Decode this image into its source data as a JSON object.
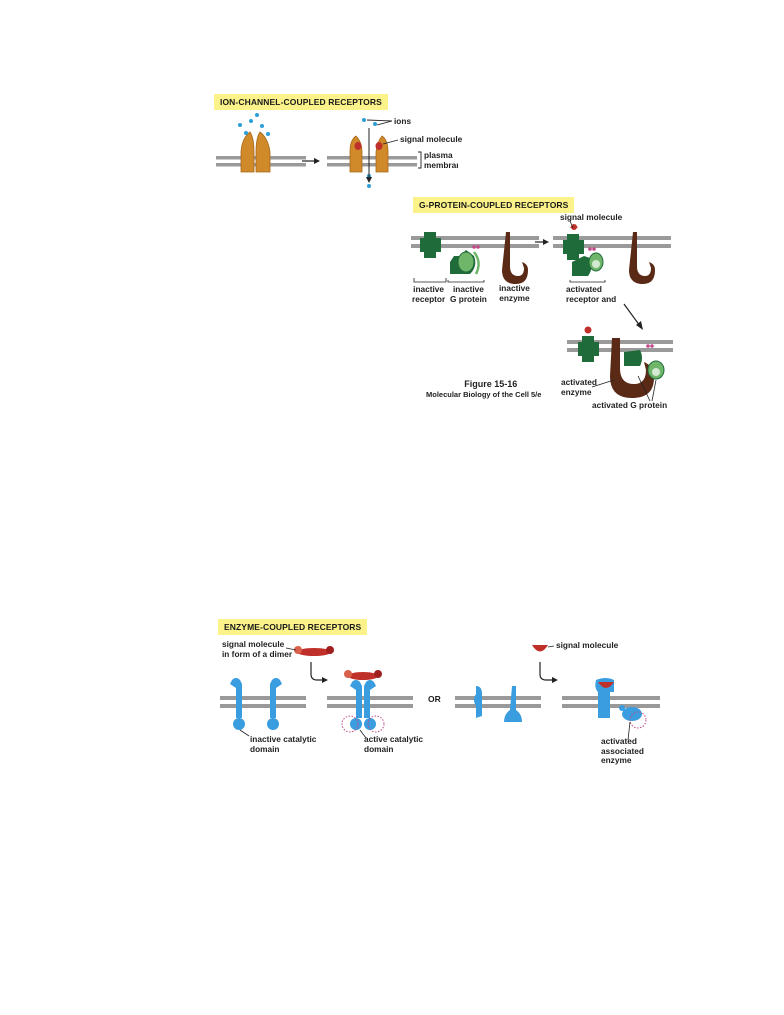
{
  "ion_channel": {
    "title": "ION-CHANNEL-COUPLED  RECEPTORS",
    "label_ions": "ions",
    "label_signal": "signal molecule",
    "label_membrane_1": "plasma",
    "label_membrane_2": "membrane"
  },
  "g_protein": {
    "title": "G-PROTEIN-COUPLED  RECEPTORS",
    "label_signal": "signal molecule",
    "label_inactive_receptor_1": "inactive",
    "label_inactive_receptor_2": "receptor",
    "label_inactive_gprotein_1": "inactive",
    "label_inactive_gprotein_2": "G protein",
    "label_inactive_enzyme_1": "inactive",
    "label_inactive_enzyme_2": "enzyme",
    "label_activated_receptor_1": "activated",
    "label_activated_receptor_2": "receptor and",
    "label_activated_enzyme_1": "activated",
    "label_activated_enzyme_2": "enzyme",
    "label_activated_gprotein": "activated G protein",
    "caption_1": "Figure 15-16",
    "caption_2": "Molecular Biology of the Cell 5/e"
  },
  "enzyme_coupled": {
    "title": "ENZYME-COUPLED  RECEPTORS",
    "label_dimer_1": "signal molecule",
    "label_dimer_2": "in form of a dimer",
    "label_signal": "signal molecule",
    "label_or": "OR",
    "label_inactive_1": "inactive catalytic",
    "label_inactive_2": "domain",
    "label_active_1": "active catalytic",
    "label_active_2": "domain",
    "label_assoc_1": "activated",
    "label_assoc_2": "associated",
    "label_assoc_3": "enzyme"
  },
  "colors": {
    "membrane": "#9a9a9a",
    "ion_channel": "#d08a2a",
    "ion_dot": "#2a9fd8",
    "signal_red": "#c0302a",
    "receptor_green": "#1f6b3a",
    "gprotein_green": "#6fb56a",
    "enzyme_brown": "#5a2a16",
    "enzyme_blue": "#3a9de0",
    "highlight": "#fbf28a"
  }
}
